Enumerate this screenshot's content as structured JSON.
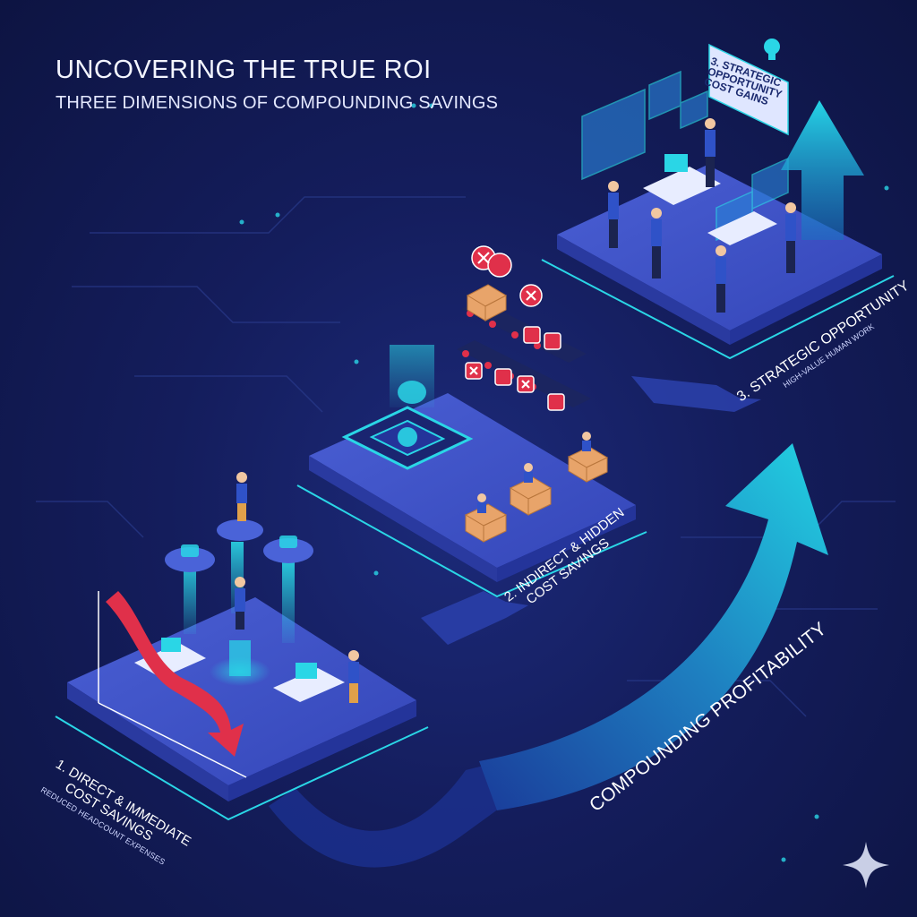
{
  "header": {
    "title": "UNCOVERING THE TRUE ROI",
    "subtitle": "THREE DIMENSIONS OF COMPOUNDING SAVINGS"
  },
  "stages": {
    "stage1": {
      "title_line1": "1. DIRECT & IMMEDIATE",
      "title_line2": "COST SAVINGS",
      "sub": "REDUCED HEADCOUNT EXPENSES"
    },
    "stage2": {
      "title_line1": "2. INDIRECT & HIDDEN",
      "title_line2": "COST SAVINGS"
    },
    "stage3": {
      "title": "3. STRATEGIC OPPORTUNITY",
      "sub": "HIGH-VALUE HUMAN WORK",
      "sign_line1": "3. STRATEGIC",
      "sign_line2": "OPPORTUNITY",
      "sign_line3": "COST GAINS"
    }
  },
  "arrow_label": "COMPOUNDING PROFITABILITY",
  "colors": {
    "background": "#141d5c",
    "platform": "#3a4fc4",
    "platform_edge": "#2ad6e6",
    "accent_cyan": "#23c9d8",
    "down_arrow": "#e0304a",
    "x_marker": "#e0304a",
    "box": "#e8a46a"
  },
  "icons": [
    "brain-chip-icon",
    "robot-icon",
    "x-mark-icon",
    "lightbulb-icon",
    "sparkle-icon"
  ]
}
